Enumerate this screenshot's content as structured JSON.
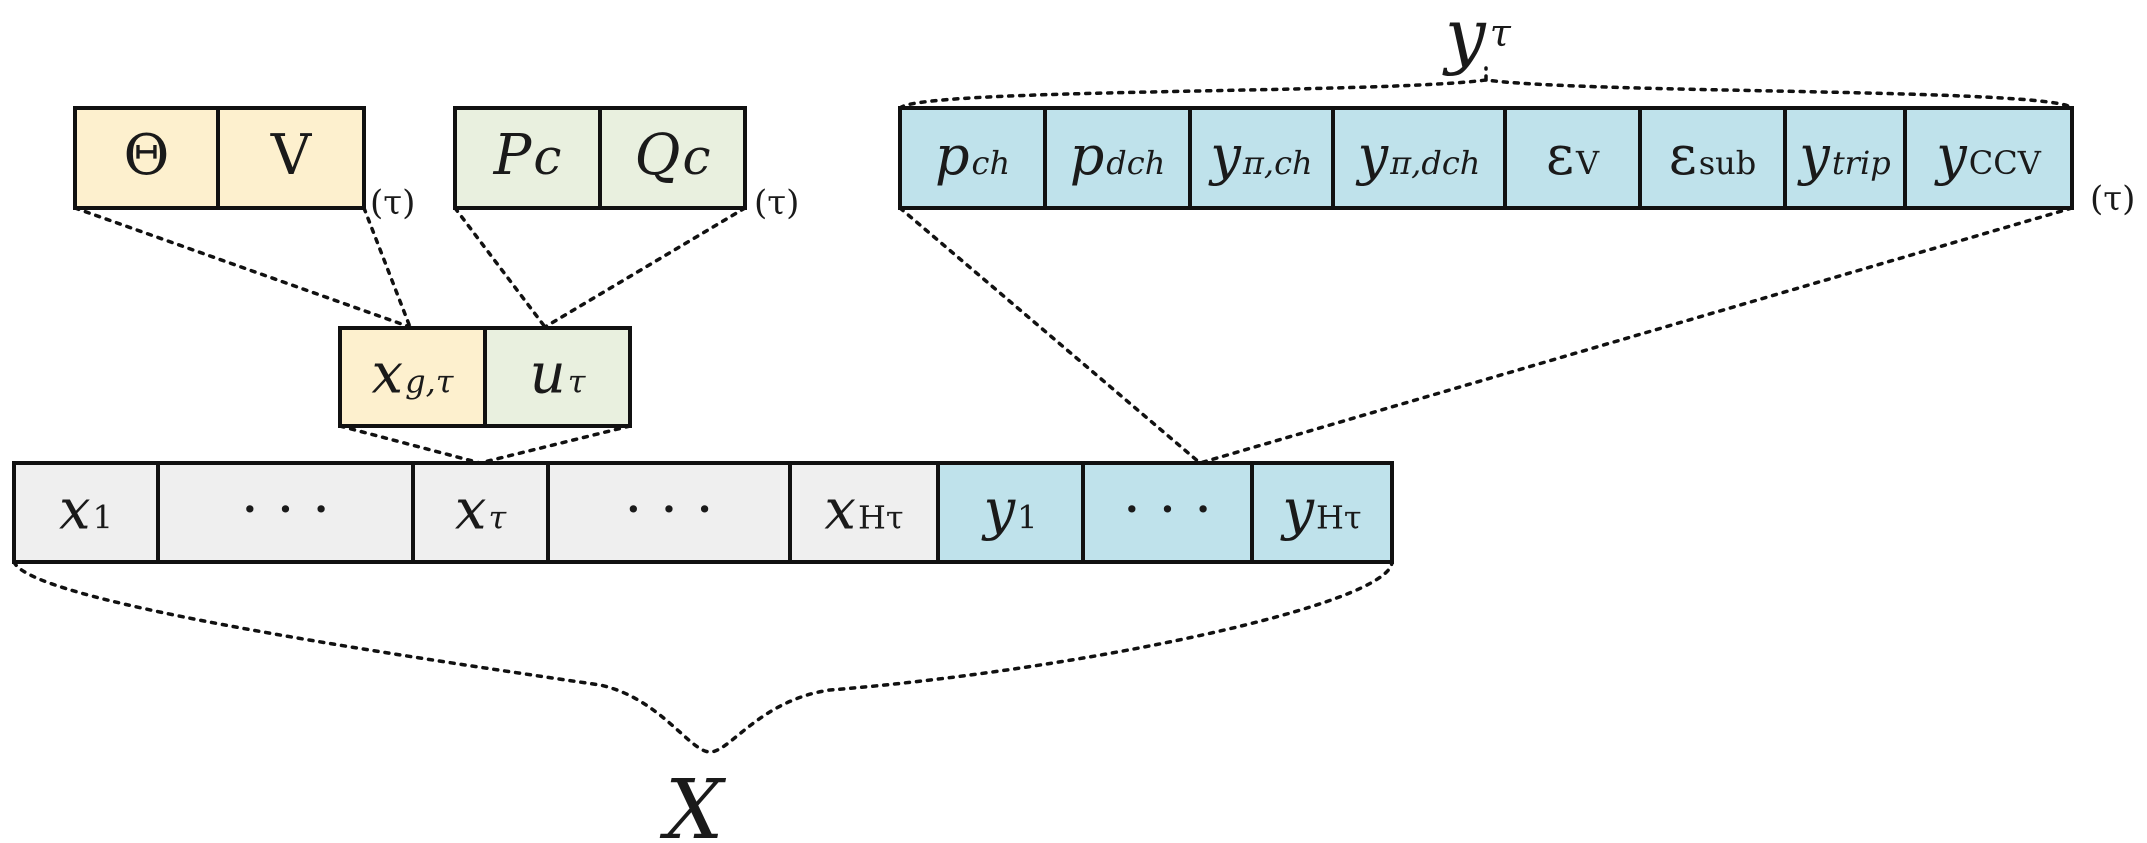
{
  "colors": {
    "state": "#fdf0ce",
    "control": "#e9f0df",
    "output": "#bfe2eb",
    "base": "#efefef"
  },
  "labels": {
    "tau_marker": "(τ)",
    "output_group": "y",
    "output_group_sub": "τ",
    "brace": "X",
    "ellipsis": "· · ·"
  },
  "state_vars": [
    {
      "main": "Θ",
      "sub": ""
    },
    {
      "main": "V",
      "sub": ""
    }
  ],
  "control_vars": [
    {
      "main": "P",
      "sub": "c"
    },
    {
      "main": "Q",
      "sub": "c"
    }
  ],
  "output_vars": [
    {
      "main": "p",
      "sub": "ch"
    },
    {
      "main": "p",
      "sub": "dch"
    },
    {
      "main": "y",
      "sub": "π,ch"
    },
    {
      "main": "y",
      "sub": "π,dch"
    },
    {
      "main": "ε",
      "sub": "V"
    },
    {
      "main": "ε",
      "sub": "sub"
    },
    {
      "main": "y",
      "sub": "trip"
    },
    {
      "main": "y",
      "sub": "CCV"
    }
  ],
  "step_pair": [
    {
      "main": "x",
      "sub": "g,τ"
    },
    {
      "main": "u",
      "sub": "τ"
    }
  ],
  "sequence": [
    {
      "main": "x",
      "sub": "1"
    },
    {
      "main": "",
      "sub": ""
    },
    {
      "main": "x",
      "sub": "τ"
    },
    {
      "main": "",
      "sub": ""
    },
    {
      "main": "x",
      "sub": "Hτ"
    },
    {
      "main": "y",
      "sub": "1"
    },
    {
      "main": "",
      "sub": ""
    },
    {
      "main": "y",
      "sub": "Hτ"
    }
  ]
}
